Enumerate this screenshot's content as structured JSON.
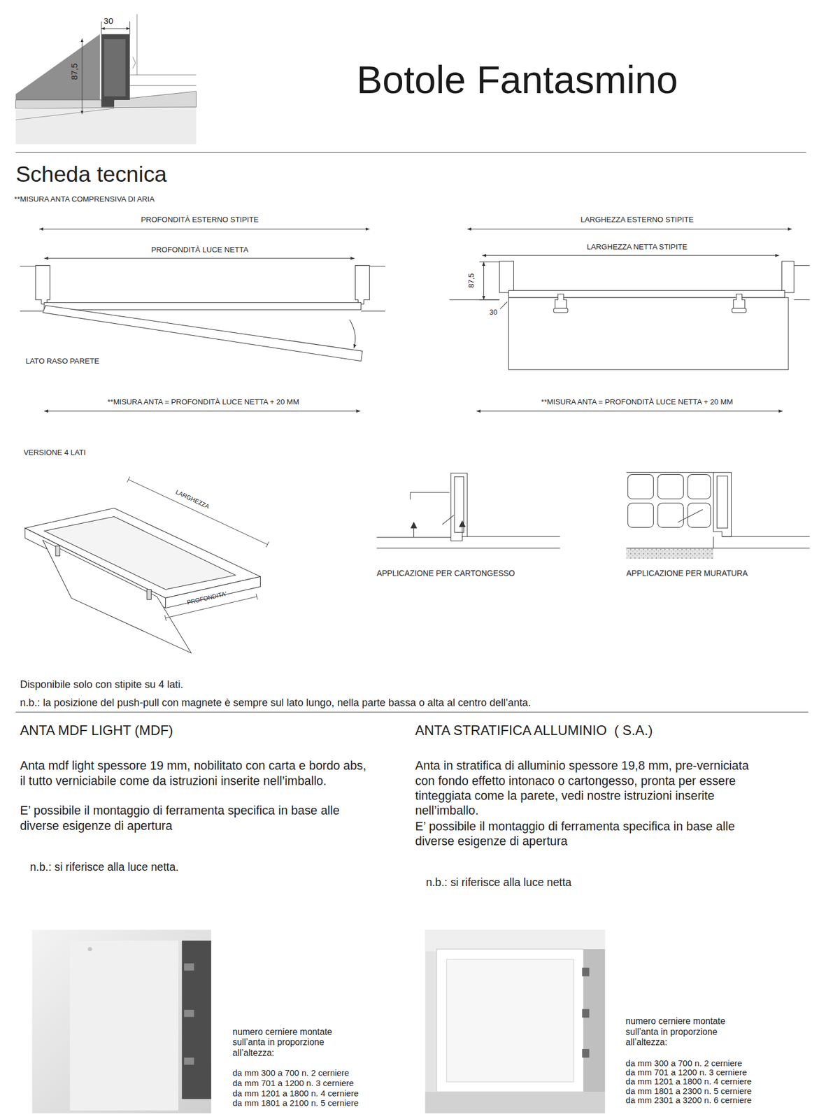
{
  "diagram": {
    "title": "Botole Fantasmino",
    "labels": [
      "30",
      "87,5",
      "Scheda tecnica",
      "**MISURA ANTA COMPRENSIVA DI ARIA",
      "PROFONDITÀ ESTERNO STIPITE",
      "PROFONDITÀ LUCE NETTA",
      "LATO RASO PARETE",
      "**MISURA ANTA = PROFONDITÀ LUCE NETTA + 20 MM",
      "LARGHEZZA ESTERNO STIPITE",
      "LARGHEZZA NETTA STIPITE",
      "87,5",
      "30",
      "**MISURA ANTA = PROFONDITÀ LUCE NETTA + 20 MM",
      "VERSIONE 4 LATI",
      "LARGHEZZA",
      "PROFONDITA'",
      "APPLICAZIONE PER CARTONGESSO",
      "APPLICAZIONE PER MURATURA",
      "Disponibile solo con stipite su 4 lati.",
      "n.b.: la posizione del push-pull con magnete è sempre sul lato lungo, nella parte bassa o alta al centro dell’anta.",
      "ANTA MDF LIGHT (MDF)",
      "Anta mdf light spessore 19 mm, nobilitato con carta e bordo abs, il tutto verniciabile come da istruzioni inserite nell’imballo.",
      "E’ possibile il montaggio di ferramenta specifica in base alle diverse esigenze di apertura",
      "n.b.: si riferisce alla luce netta.",
      "ANTA STRATIFICA ALLUMINIO  ( S.A.)",
      "Anta in stratifica di alluminio spessore 19,8 mm, pre-verniciata con fondo effetto intonaco o cartongesso, pronta per essere tinteggiata come la parete, vedi nostre istruzioni inserite nell’imballo.",
      "E’ possibile il montaggio di ferramenta specifica in base alle diverse esigenze di apertura",
      "n.b.: si riferisce alla luce netta",
      "numero cerniere montate sull’anta in proporzione all’altezza:",
      "da mm 300 a 700 n. 2 cerniere",
      "da mm 701 a 1200 n. 3 cerniere",
      "da mm 1201 a 1800 n. 4 cerniere",
      "da mm 1801 a 2100 n. 5 cerniere",
      "numero cerniere montate sull’anta in proporzione all’altezza:",
      "da mm 300 a 700 n. 2 cerniere",
      "da mm 701 a 1200 n. 3 cerniere",
      "da mm 1201 a 1800 n. 4 cerniere",
      "da mm 1801 a 2300 n. 5 cerniere",
      "da mm 2301 a 3200 n. 6 cerniere"
    ]
  }
}
